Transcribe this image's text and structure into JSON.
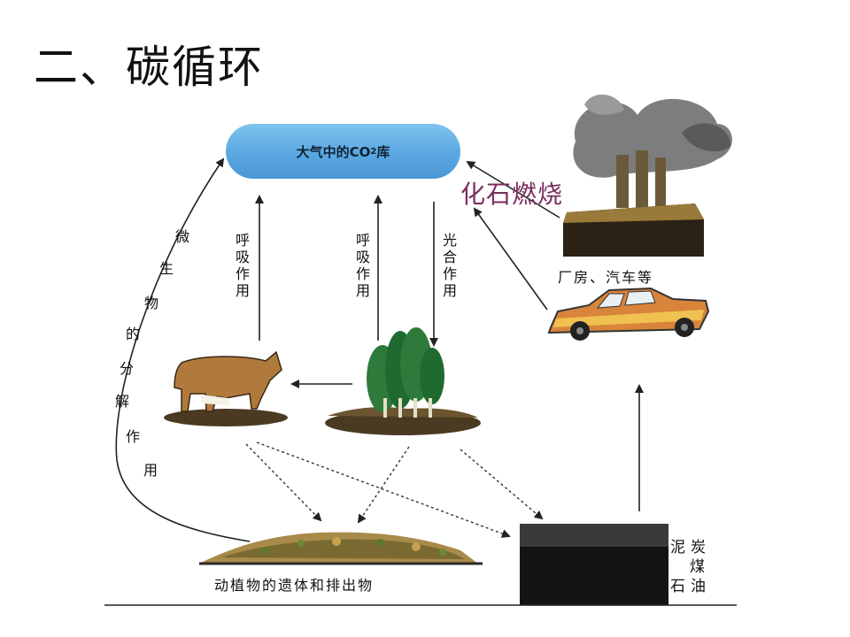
{
  "title": "二、碳循环",
  "diagram": {
    "co2_pool": {
      "prefix": "大气中的CO",
      "sub": "2",
      "suffix": " 库"
    },
    "fossil_burning": "化石燃烧",
    "factory_label": "厂房、汽车等",
    "micro_decomposition": [
      "微",
      "生",
      "物",
      "的",
      "分",
      "解",
      "作",
      "用"
    ],
    "animal_respiration": "呼吸作用",
    "plant_respiration": "呼吸作用",
    "photosynthesis": "光合作用",
    "remains_label": "动植物的遗体和排出物",
    "coal_labels": [
      "泥炭",
      "煤",
      "石油"
    ]
  }
}
